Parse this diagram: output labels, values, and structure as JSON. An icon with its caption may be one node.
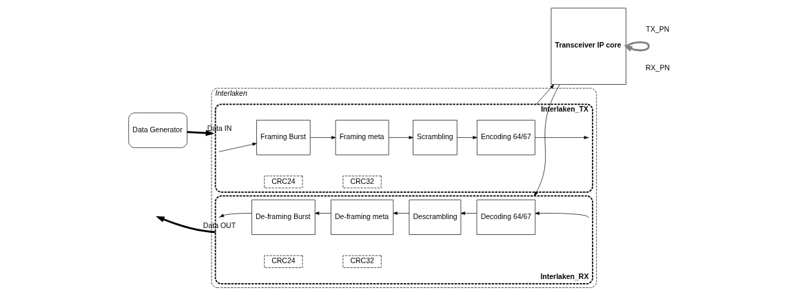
{
  "diagram": {
    "nodes": [
      {
        "text": [
          "Data Generator"
        ]
      },
      {
        "text": [
          "Interlaken"
        ]
      },
      {
        "text": [
          "Interlaken_TX"
        ],
        "in": 1
      },
      {
        "text": [
          "Framing Burst"
        ],
        "in": 2
      },
      {
        "text": [
          "CRC24"
        ],
        "in": 2
      },
      {
        "text": [
          "Framing meta"
        ],
        "in": 2
      },
      {
        "text": [
          "CRC32"
        ],
        "in": 2
      },
      {
        "text": [
          "Scrambling"
        ],
        "in": 2
      },
      {
        "text": [
          "Encoding 64/67"
        ],
        "in": 2
      },
      {
        "text": [
          "Interlaken_RX"
        ],
        "in": 1
      },
      {
        "text": [
          "De-framing Burst"
        ],
        "in": 9
      },
      {
        "text": [
          "CRC24"
        ],
        "in": 9
      },
      {
        "text": [
          "De-framing meta"
        ],
        "in": 9
      },
      {
        "text": [
          "CRC32"
        ],
        "in": 9
      },
      {
        "text": [
          "Descrambling"
        ],
        "in": 9
      },
      {
        "text": [
          "Decoding 64/67"
        ],
        "in": 9
      },
      {
        "text": [
          "Transceiver IP core"
        ]
      }
    ],
    "edges": [
      {
        "from": 0,
        "to": 1,
        "arrow": "to",
        "label": "Data IN",
        "style": "thick"
      },
      {
        "from": 2,
        "to": 3,
        "arrow": "to"
      },
      {
        "from": 3,
        "to": 5,
        "arrow": "to"
      },
      {
        "from": 5,
        "to": 7,
        "arrow": "to"
      },
      {
        "from": 7,
        "to": 8,
        "arrow": "to"
      },
      {
        "from": 8,
        "to": 2,
        "arrow": "to"
      },
      {
        "from": 2,
        "to": 16,
        "arrow": "to"
      },
      {
        "from": 16,
        "to": 9,
        "arrow": "to"
      },
      {
        "from": 9,
        "to": 15,
        "arrow": "to"
      },
      {
        "from": 15,
        "to": 14,
        "arrow": "to"
      },
      {
        "from": 14,
        "to": 12,
        "arrow": "to"
      },
      {
        "from": 12,
        "to": 10,
        "arrow": "to"
      },
      {
        "from": 10,
        "to": 9,
        "arrow": "to"
      },
      {
        "from": 9,
        "to": null,
        "arrow": "to",
        "label": "Data OUT",
        "style": "thick"
      },
      {
        "from": 16,
        "to": 16,
        "arrow": "to",
        "style": "thick",
        "color": "#808080"
      }
    ],
    "labels": [
      "TX_PN",
      "RX_PN"
    ]
  }
}
